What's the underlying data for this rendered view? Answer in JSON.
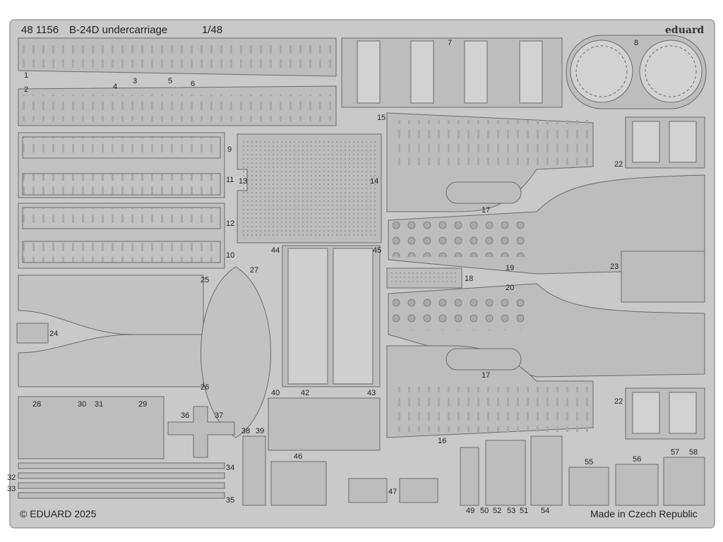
{
  "header": {
    "code": "48 1156",
    "name": "B-24D undercarriage",
    "scale": "1/48",
    "brand": "eduard"
  },
  "footer": {
    "copyright": "© EDUARD 2025",
    "origin": "Made in Czech Republic"
  },
  "part_labels": [
    "1",
    "2",
    "3",
    "4",
    "5",
    "6",
    "7",
    "8",
    "9",
    "10",
    "11",
    "12",
    "13",
    "14",
    "15",
    "16",
    "17",
    "17",
    "18",
    "19",
    "20",
    "22",
    "22",
    "23",
    "24",
    "25",
    "26",
    "27",
    "28",
    "29",
    "30",
    "31",
    "32",
    "33",
    "34",
    "35",
    "36",
    "37",
    "38",
    "39",
    "40",
    "42",
    "43",
    "44",
    "45",
    "46",
    "47",
    "49",
    "50",
    "51",
    "52",
    "53",
    "54",
    "55",
    "56",
    "57",
    "58"
  ],
  "colors": {
    "fret": "#c9c9c9",
    "metal": "#bdbdbd",
    "outline": "#6a6a6a",
    "paper": "#ffffff"
  }
}
